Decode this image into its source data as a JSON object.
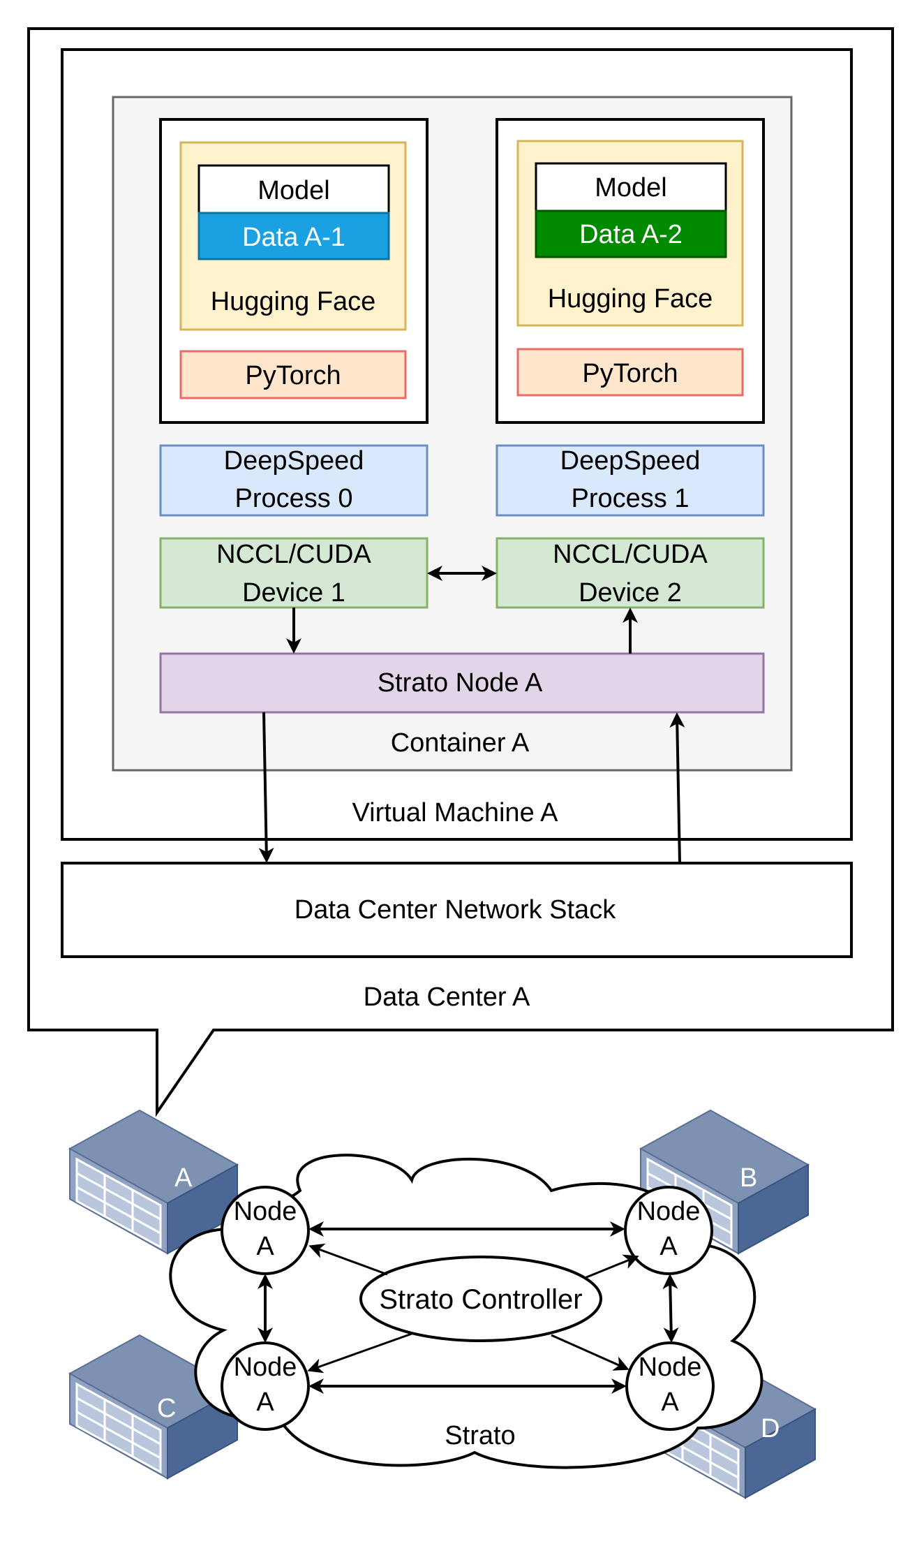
{
  "data_center": {
    "label": "Data Center A",
    "network_stack": "Data Center Network Stack",
    "vm": {
      "label": "Virtual Machine A",
      "container": {
        "label": "Container A",
        "node": "Strato Node A",
        "workers": [
          {
            "model": "Model",
            "data": "Data A-1",
            "data_color": "#1ba1e2",
            "framework": "Hugging Face",
            "runtime": "PyTorch",
            "deepspeed_line1": "DeepSpeed",
            "deepspeed_line2": "Process 0",
            "nccl_line1": "NCCL/CUDA",
            "nccl_line2": "Device 1"
          },
          {
            "model": "Model",
            "data": "Data A-2",
            "data_color": "#008a00",
            "framework": "Hugging Face",
            "runtime": "PyTorch",
            "deepspeed_line1": "DeepSpeed",
            "deepspeed_line2": "Process 1",
            "nccl_line1": "NCCL/CUDA",
            "nccl_line2": "Device 2"
          }
        ]
      }
    }
  },
  "network": {
    "cloud_label": "Strato",
    "controller": "Strato Controller",
    "servers": [
      "A",
      "B",
      "C",
      "D"
    ],
    "nodes": [
      {
        "line1": "Node",
        "line2": "A"
      },
      {
        "line1": "Node",
        "line2": "A"
      },
      {
        "line1": "Node",
        "line2": "A"
      },
      {
        "line1": "Node",
        "line2": "A"
      }
    ]
  },
  "colors": {
    "container_fill": "#f5f5f5",
    "hugging_face_fill": "#fff2cc",
    "hugging_face_stroke": "#d6b656",
    "pytorch_fill": "#ffe6cc",
    "pytorch_stroke": "#ea6b66",
    "deepspeed_fill": "#dae8fc",
    "deepspeed_stroke": "#6c8ebf",
    "nccl_fill": "#d5e8d4",
    "nccl_stroke": "#82b366",
    "node_fill": "#e1d5e7",
    "node_stroke": "#9673a6",
    "server_top": "#7d91b3",
    "server_side": "#4a6795"
  },
  "icons": [
    "server-icon",
    "cloud-shape",
    "arrow"
  ]
}
